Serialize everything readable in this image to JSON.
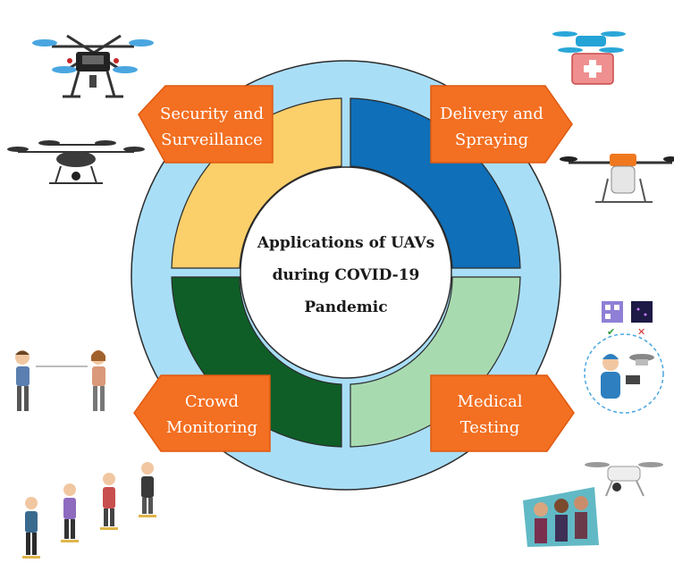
{
  "center": {
    "line1": "Applications of UAVs",
    "line2": "during COVID-19",
    "line3": "Pandemic"
  },
  "labels": {
    "security": [
      "Security and",
      "Surveillance"
    ],
    "delivery": [
      "Delivery and",
      "Spraying"
    ],
    "crowd": [
      "Crowd",
      "Monitoring"
    ],
    "medical": [
      "Medical",
      "Testing"
    ]
  },
  "colors": {
    "outer_ring": "#a9def7",
    "security_segment": "#fbcf6a",
    "delivery_segment": "#0f6fb8",
    "crowd_segment": "#0f5e27",
    "medical_segment": "#a8dab0",
    "label_fill": "#f36f21",
    "label_border": "#e05a10"
  },
  "icons": [
    "quadcopter-drone-icon",
    "hexacopter-drone-icon",
    "medical-delivery-drone-icon",
    "spraying-drone-icon",
    "qr-code-icon",
    "drone-testing-person-icon",
    "social-distancing-people-icon",
    "queue-people-icon",
    "drone-scanning-crowd-icon"
  ]
}
